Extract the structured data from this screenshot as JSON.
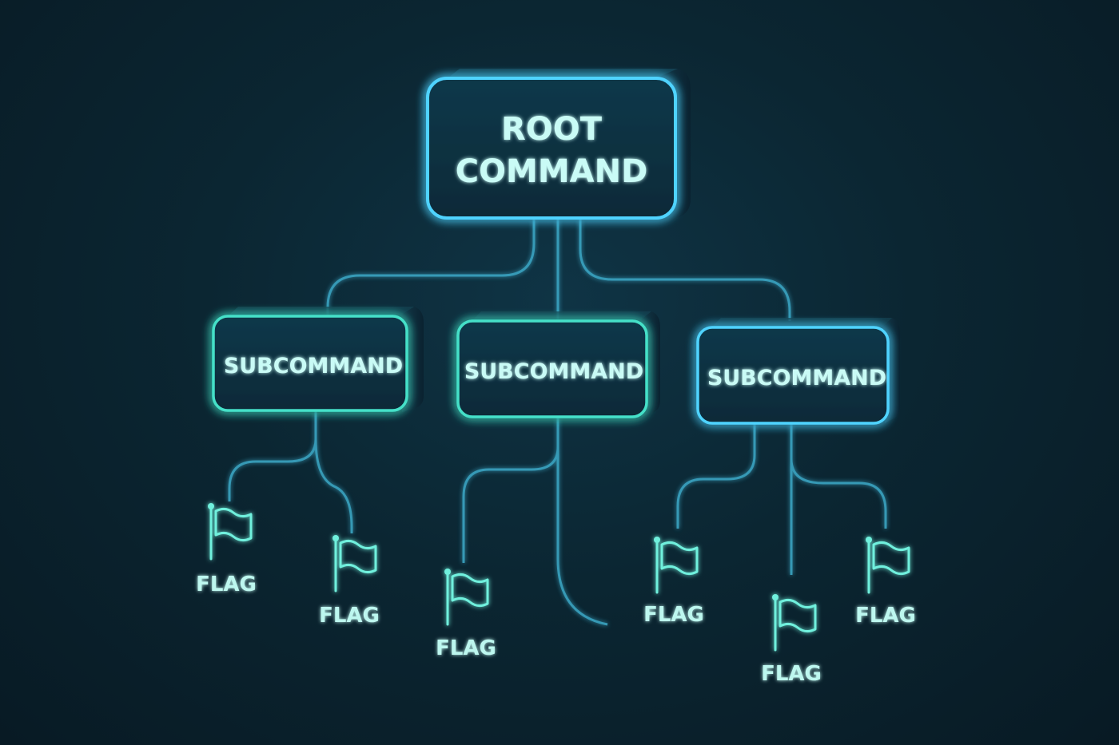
{
  "diagram": {
    "root": {
      "line1": "ROOT",
      "line2": "COMMAND"
    },
    "subcommands": [
      {
        "label": "SUBCOMMAND"
      },
      {
        "label": "SUBCOMMAND"
      },
      {
        "label": "SUBCOMMAND"
      }
    ],
    "flags": [
      {
        "label": "FLAG"
      },
      {
        "label": "FLAG"
      },
      {
        "label": "FLAG"
      },
      {
        "label": "FLAG"
      },
      {
        "label": "FLAG"
      },
      {
        "label": "FLAG"
      }
    ]
  },
  "colors": {
    "background": "#0b2632",
    "root_glow": "#4fd3ff",
    "sub_glow": "#45e0c8",
    "connector": "#3aa6c4",
    "flag": "#6ff0dd",
    "text": "#c9fbf6"
  },
  "icons": {
    "flag": "flag-icon"
  }
}
